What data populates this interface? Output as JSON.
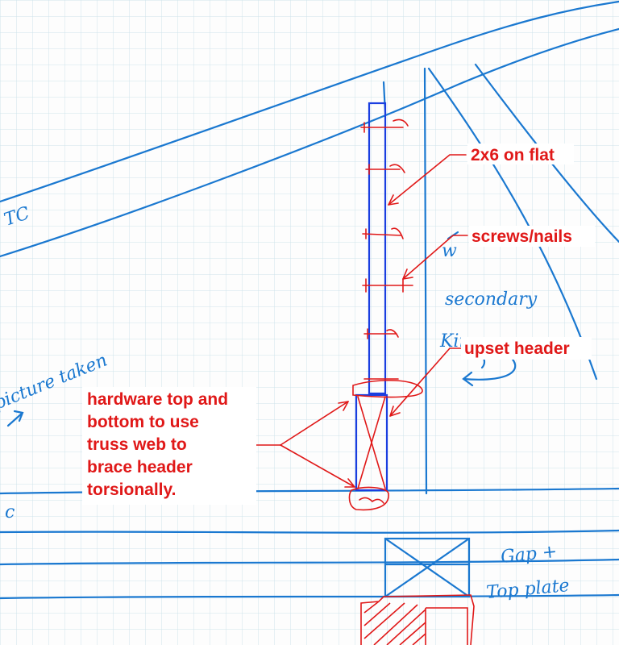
{
  "colors": {
    "paper": "#fdfdfd",
    "grid": "#cfe3ea",
    "blue_ink": "#1a78d0",
    "red_ink": "#e01818"
  },
  "hand_notes": {
    "top_chord": "TC",
    "picture_taken": "picture taken",
    "secondary": "secondary",
    "king": "King",
    "gap": "Gap +",
    "top_plate": "Top plate",
    "c_mark": "c",
    "w_mark": "w"
  },
  "labels": {
    "flat_2x6": "2x6 on flat",
    "fasteners": "screws/nails",
    "upset_header": "upset header",
    "hardware_lines": [
      "hardware top and",
      "bottom to use",
      "truss web to",
      "brace header",
      "torsionally."
    ]
  }
}
